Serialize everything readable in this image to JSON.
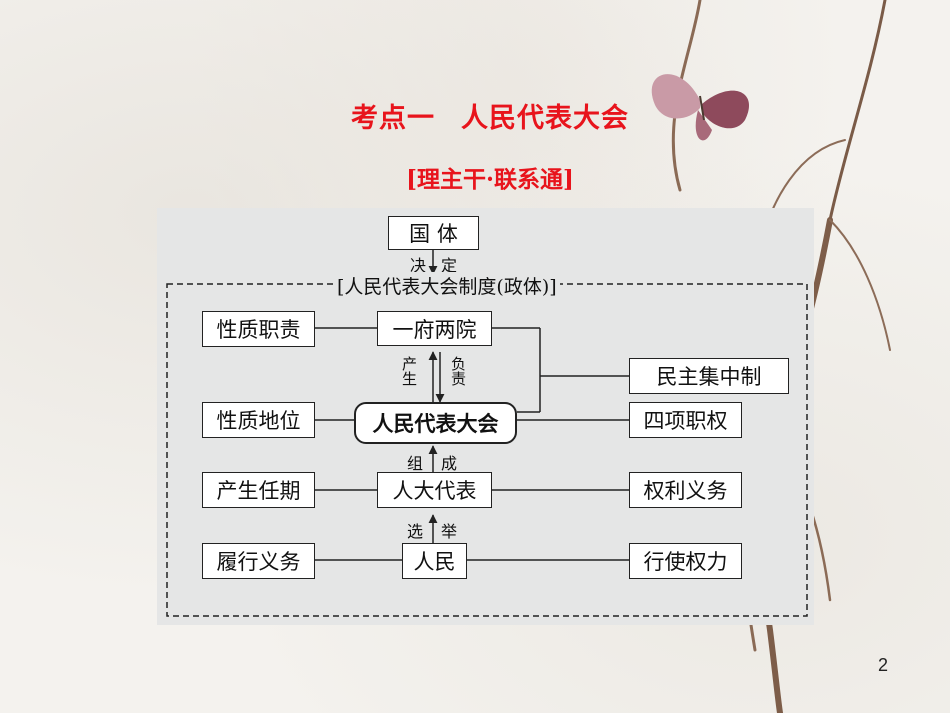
{
  "title": {
    "part1": "考点一",
    "part2": "人民代表大会"
  },
  "subtitle": "[理主干·联系通]",
  "diagram": {
    "guoti": "国 体",
    "decide_label": {
      "left": "决",
      "right": "定"
    },
    "frame_label": "[人民代表大会制度(政体)]",
    "yifuliangyuan": "一府两院",
    "produce_label": "产生",
    "responsible_label": "负责",
    "center": "人民代表大会",
    "compose_label": {
      "left": "组",
      "right": "成"
    },
    "daibiao": "人大代表",
    "elect_label": {
      "left": "选",
      "right": "举"
    },
    "renmin": "人民",
    "left_boxes": [
      "性质职责",
      "性质地位",
      "产生任期",
      "履行义务"
    ],
    "right_boxes": [
      "民主集中制",
      "四项职权",
      "权利义务",
      "行使权力"
    ]
  },
  "page_number": "2",
  "colors": {
    "title_red": "#e8141c",
    "diagram_bg": "#e5e6e6",
    "line": "#222222"
  }
}
